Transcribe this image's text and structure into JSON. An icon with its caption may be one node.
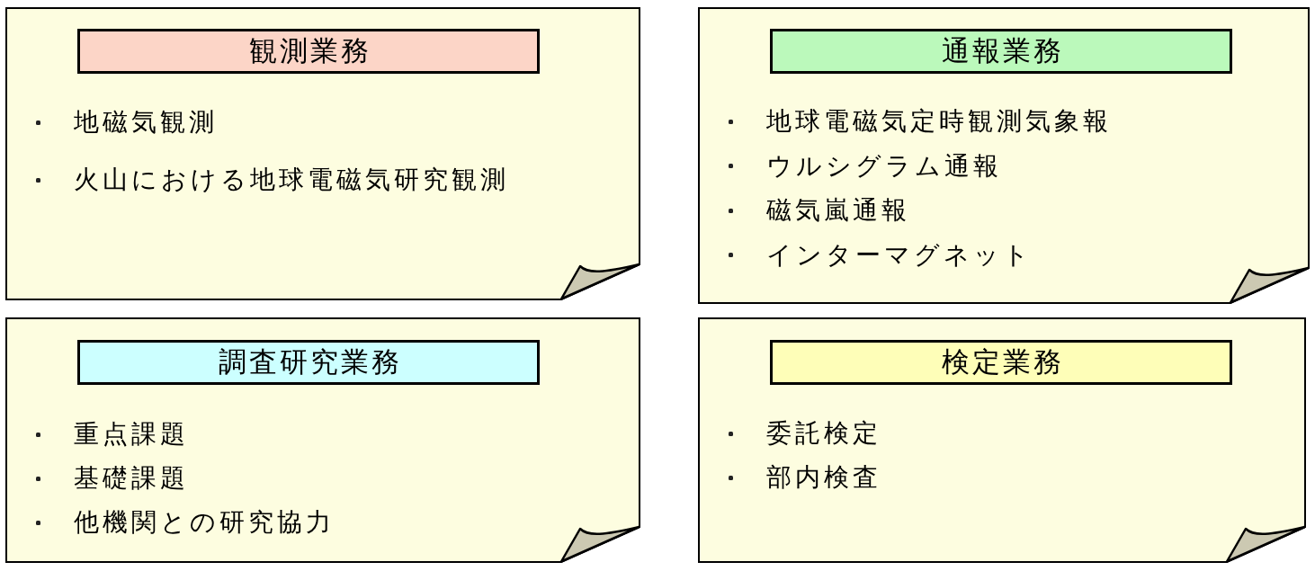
{
  "diagram": {
    "nodes": [
      {
        "text": [
          "地磁気観測",
          "火山における地球電磁気研究観測"
        ]
      },
      {
        "text": [
          "観測業務"
        ],
        "in": 0
      },
      {
        "text": [
          "地球電磁気定時観測気象報",
          "ウルシグラム通報",
          "磁気嵐通報",
          "インターマグネット"
        ]
      },
      {
        "text": [
          "通報業務"
        ],
        "in": 2
      },
      {
        "text": [
          "重点課題",
          "基礎課題",
          "他機関との研究協力"
        ]
      },
      {
        "text": [
          "調査研究業務"
        ],
        "in": 4
      },
      {
        "text": [
          "委託検定",
          "部内検査"
        ]
      },
      {
        "text": [
          "検定業務"
        ],
        "in": 6
      }
    ]
  }
}
